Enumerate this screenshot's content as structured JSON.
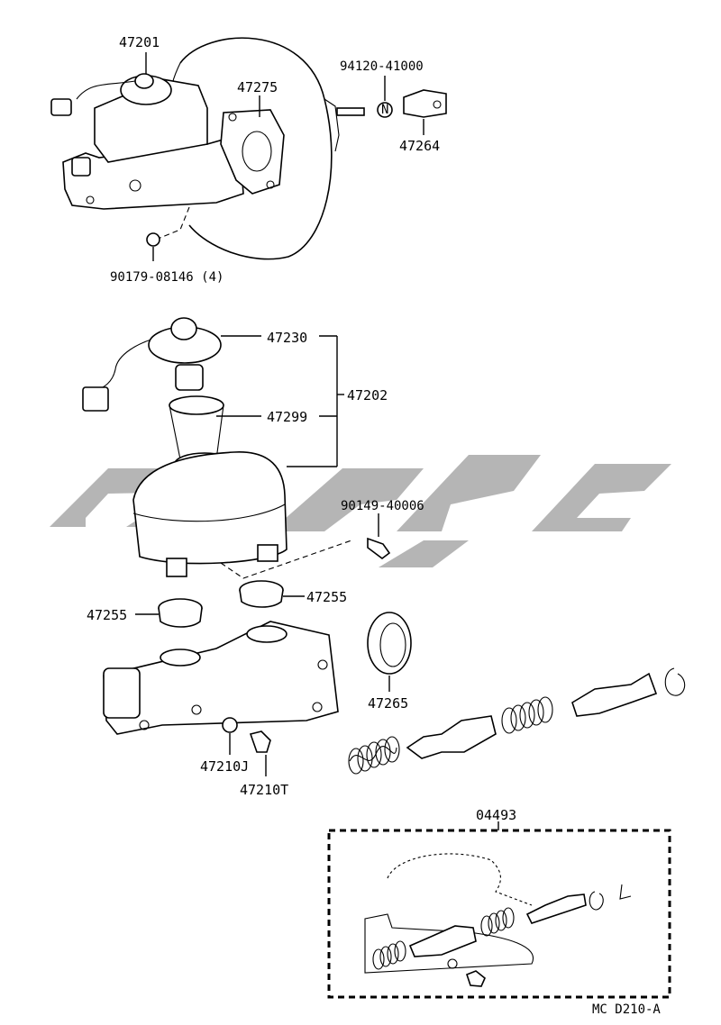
{
  "labels": {
    "p47201": "47201",
    "p47275": "47275",
    "p94120": "94120-41000",
    "p47264": "47264",
    "p90179": "90179-08146 (4)",
    "p47230": "47230",
    "p47202": "47202",
    "p47299": "47299",
    "p90149": "90149-40006",
    "p47255": "47255",
    "p47265": "47265",
    "p47210J": "47210J",
    "p47210T": "47210T",
    "p04493": "04493"
  },
  "footer": {
    "code": "MC  D210-A"
  }
}
